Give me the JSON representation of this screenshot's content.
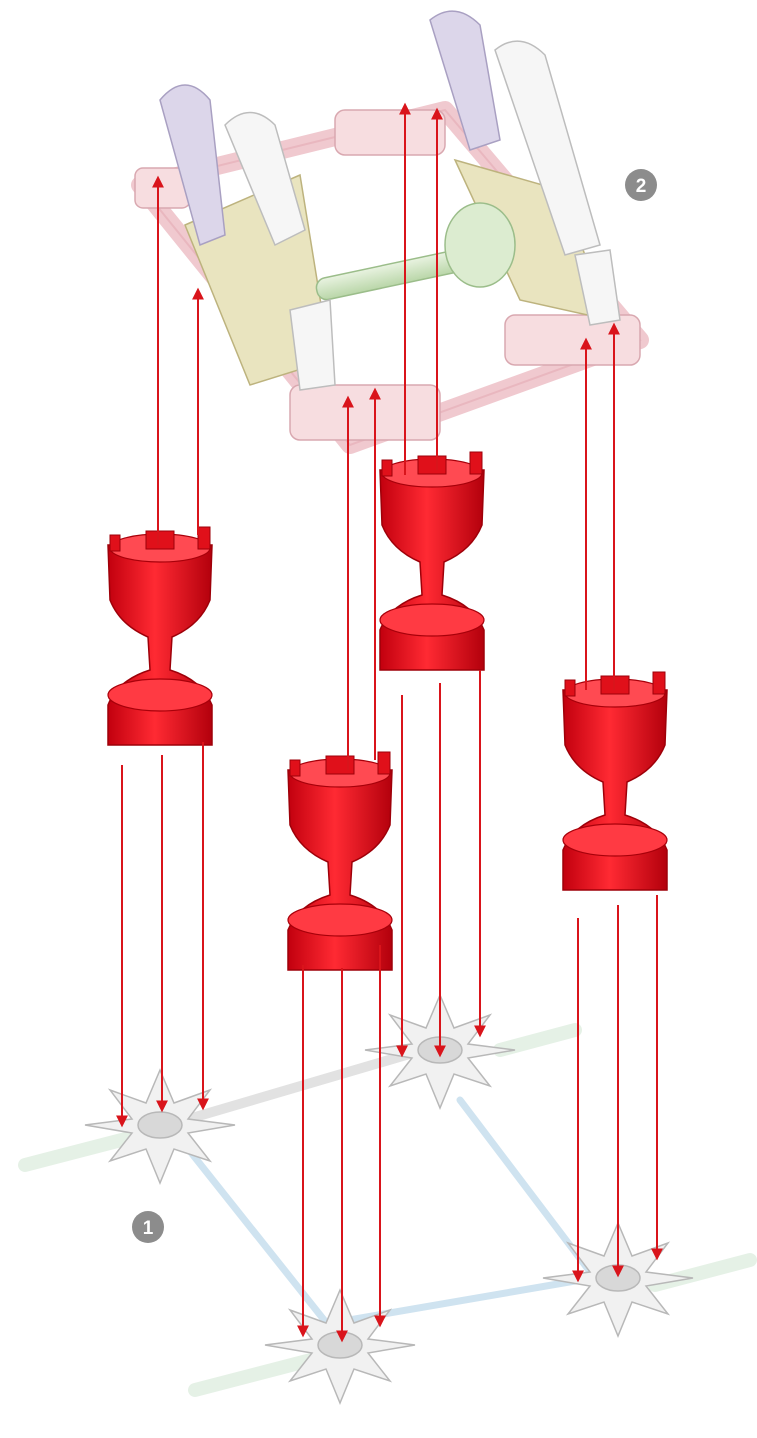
{
  "steps": {
    "step_1": "1",
    "step_2": "2"
  },
  "colors": {
    "arrow": "#d9141b",
    "spacer_red": "#e8101c",
    "connector_white": "#f1f1f1",
    "frame_pink": "#f3d6d9",
    "part_yellow": "#e6e1b8",
    "rod_green": "#d4e8c7",
    "rod_blue": "#cfe3f0",
    "badge_gray": "#8c8c8c"
  },
  "icons": {
    "badge": "step-number-badge",
    "arrow": "red-assembly-arrow"
  }
}
